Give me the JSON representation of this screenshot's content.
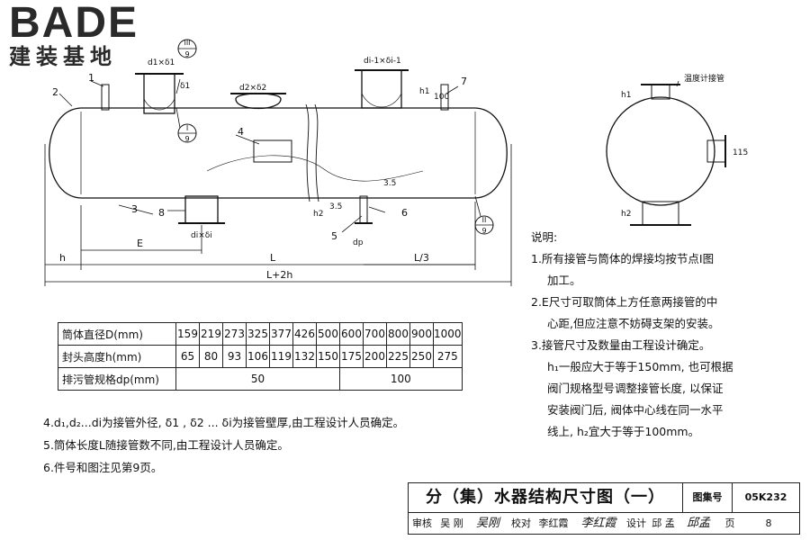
{
  "logo": {
    "brand_en": "BADE",
    "brand_cn": "建装基地"
  },
  "drawing": {
    "callouts": [
      "1",
      "2",
      "3",
      "4",
      "5",
      "6",
      "7",
      "8"
    ],
    "detail_refs": [
      {
        "top": "III",
        "bottom": "9"
      },
      {
        "top": "I",
        "bottom": "9"
      },
      {
        "top": "II",
        "bottom": "9"
      }
    ],
    "labels": {
      "d1": "d1×δ1",
      "d2": "d2×δ2",
      "di": "di-1×δi-1",
      "di_bottom": "di×δi",
      "delta1": "δ1",
      "h1": "h1",
      "h2": "h2",
      "dim100": "100",
      "dim115": "115",
      "dp": "dp",
      "E": "E",
      "L": "L",
      "L3": "L/3",
      "h": "h",
      "L2h": "L+2h",
      "slope35": "3.5",
      "thermometer": "温度计接管"
    }
  },
  "spec_table": {
    "rows": [
      {
        "label": "筒体直径D(mm)",
        "values": [
          "159",
          "219",
          "273",
          "325",
          "377",
          "426",
          "500",
          "600",
          "700",
          "800",
          "900",
          "1000"
        ]
      },
      {
        "label": "封头高度h(mm)",
        "values": [
          "65",
          "80",
          "93",
          "106",
          "119",
          "132",
          "150",
          "175",
          "200",
          "225",
          "250",
          "275"
        ]
      },
      {
        "label": "排污管规格dp(mm)",
        "groups": [
          "50",
          "100"
        ]
      }
    ]
  },
  "notes_left": [
    "4.d₁,d₂...di为接管外径, δ1 , δ2 ... δi为接管壁厚,由工程设计人员确定。",
    "5.筒体长度L随接管数不同,由工程设计人员确定。",
    "6.件号和图注见第9页。"
  ],
  "notes_right": {
    "heading": "说明:",
    "items": [
      [
        "1.所有接管与筒体的焊接均按节点I图",
        "加工。"
      ],
      [
        "2.E尺寸可取筒体上方任意两接管的中",
        "心距,但应注意不妨碍支架的安装。"
      ],
      [
        "3.接管尺寸及数量由工程设计确定。",
        "h₁一般应大于等于150mm, 也可根据",
        "阀门规格型号调整接管长度, 以保证",
        "安装阀门后, 阀体中心线在同一水平",
        "线上, h₂宜大于等于100mm。"
      ]
    ]
  },
  "title_block": {
    "title": "分（集）水器结构尺寸图（一）",
    "atlas_label": "图集号",
    "atlas_no": "05K232",
    "review_label": "审核",
    "review_name": "吴 刚",
    "review_sign": "吴刚",
    "check_label": "校对",
    "check_name": "李红霞",
    "check_sign": "李红霞",
    "design_label": "设计",
    "design_name": "邱 孟",
    "design_sign": "邱孟",
    "page_label": "页",
    "page_no": "8"
  }
}
